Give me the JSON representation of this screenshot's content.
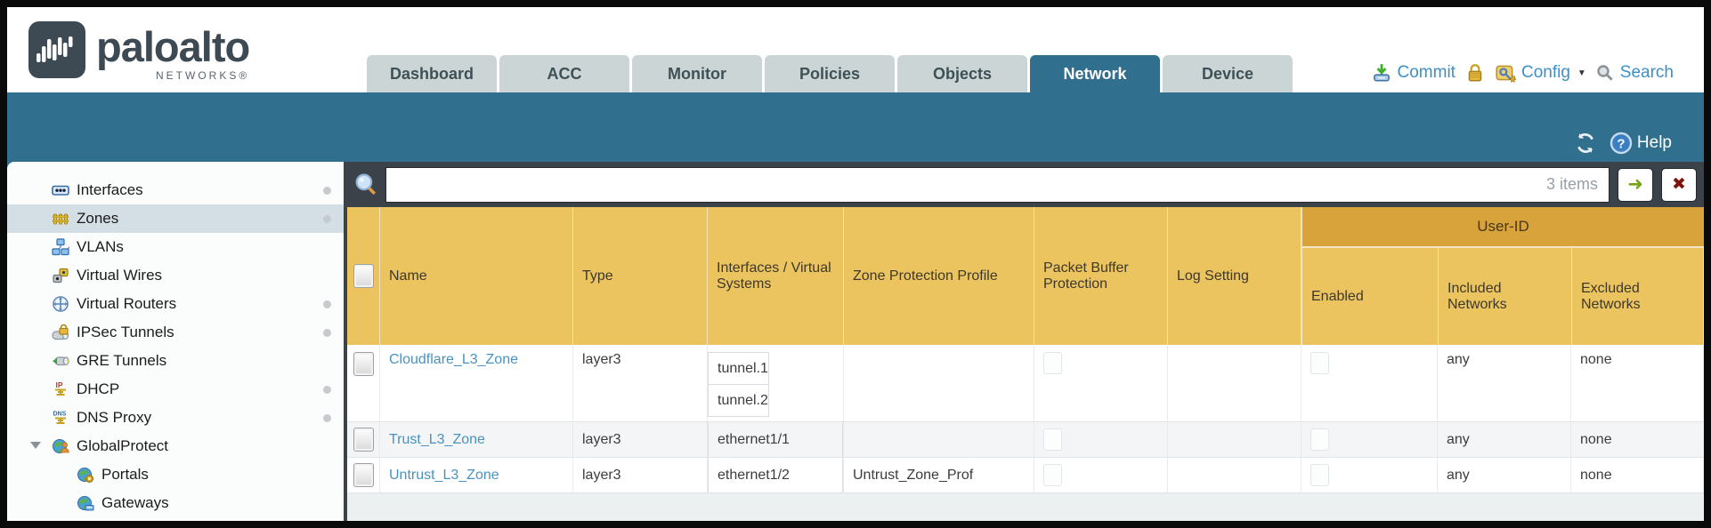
{
  "brand": {
    "logo_text": "paloalto",
    "networks_label": "NETWORKS®"
  },
  "nav": {
    "tabs": [
      {
        "label": "Dashboard",
        "active": false
      },
      {
        "label": "ACC",
        "active": false
      },
      {
        "label": "Monitor",
        "active": false
      },
      {
        "label": "Policies",
        "active": false
      },
      {
        "label": "Objects",
        "active": false
      },
      {
        "label": "Network",
        "active": true
      },
      {
        "label": "Device",
        "active": false
      }
    ],
    "actions": {
      "commit_label": "Commit",
      "config_label": "Config",
      "search_label": "Search"
    }
  },
  "band": {
    "help_label": "Help"
  },
  "sidebar": {
    "items": [
      {
        "label": "Interfaces",
        "icon": "interfaces",
        "dot": true,
        "selected": false,
        "child": false,
        "expander": false
      },
      {
        "label": "Zones",
        "icon": "zones",
        "dot": true,
        "selected": true,
        "child": false,
        "expander": false
      },
      {
        "label": "VLANs",
        "icon": "vlans",
        "dot": false,
        "selected": false,
        "child": false,
        "expander": false
      },
      {
        "label": "Virtual Wires",
        "icon": "virtual-wires",
        "dot": false,
        "selected": false,
        "child": false,
        "expander": false
      },
      {
        "label": "Virtual Routers",
        "icon": "virtual-routers",
        "dot": true,
        "selected": false,
        "child": false,
        "expander": false
      },
      {
        "label": "IPSec Tunnels",
        "icon": "ipsec-tunnels",
        "dot": true,
        "selected": false,
        "child": false,
        "expander": false
      },
      {
        "label": "GRE Tunnels",
        "icon": "gre-tunnels",
        "dot": false,
        "selected": false,
        "child": false,
        "expander": false
      },
      {
        "label": "DHCP",
        "icon": "dhcp",
        "dot": true,
        "selected": false,
        "child": false,
        "expander": false
      },
      {
        "label": "DNS Proxy",
        "icon": "dns-proxy",
        "dot": true,
        "selected": false,
        "child": false,
        "expander": false
      },
      {
        "label": "GlobalProtect",
        "icon": "globalprotect",
        "dot": false,
        "selected": false,
        "child": false,
        "expander": true
      },
      {
        "label": "Portals",
        "icon": "portals",
        "dot": false,
        "selected": false,
        "child": true,
        "expander": false
      },
      {
        "label": "Gateways",
        "icon": "gateways",
        "dot": false,
        "selected": false,
        "child": true,
        "expander": false
      }
    ]
  },
  "toolbar": {
    "filter_value": "",
    "items_count": "3 items"
  },
  "table": {
    "group_header": "User-ID",
    "columns": {
      "name": "Name",
      "type": "Type",
      "interfaces": "Interfaces / Virtual Systems",
      "zone_protection": "Zone Protection Profile",
      "packet_buffer": "Packet Buffer Protection",
      "log_setting": "Log Setting",
      "enabled": "Enabled",
      "included": "Included Networks",
      "excluded": "Excluded Networks"
    },
    "rows": [
      {
        "name": "Cloudflare_L3_Zone",
        "type": "layer3",
        "interfaces": [
          "tunnel.1",
          "tunnel.2"
        ],
        "zone_protection_profile": "",
        "packet_buffer_checked": false,
        "log_setting": "",
        "user_id_enabled": false,
        "included_networks": "any",
        "excluded_networks": "none"
      },
      {
        "name": "Trust_L3_Zone",
        "type": "layer3",
        "interfaces": [
          "ethernet1/1"
        ],
        "zone_protection_profile": "",
        "packet_buffer_checked": false,
        "log_setting": "",
        "user_id_enabled": false,
        "included_networks": "any",
        "excluded_networks": "none"
      },
      {
        "name": "Untrust_L3_Zone",
        "type": "layer3",
        "interfaces": [
          "ethernet1/2"
        ],
        "zone_protection_profile": "Untrust_Zone_Prof",
        "packet_buffer_checked": false,
        "log_setting": "",
        "user_id_enabled": false,
        "included_networks": "any",
        "excluded_networks": "none"
      }
    ]
  }
}
